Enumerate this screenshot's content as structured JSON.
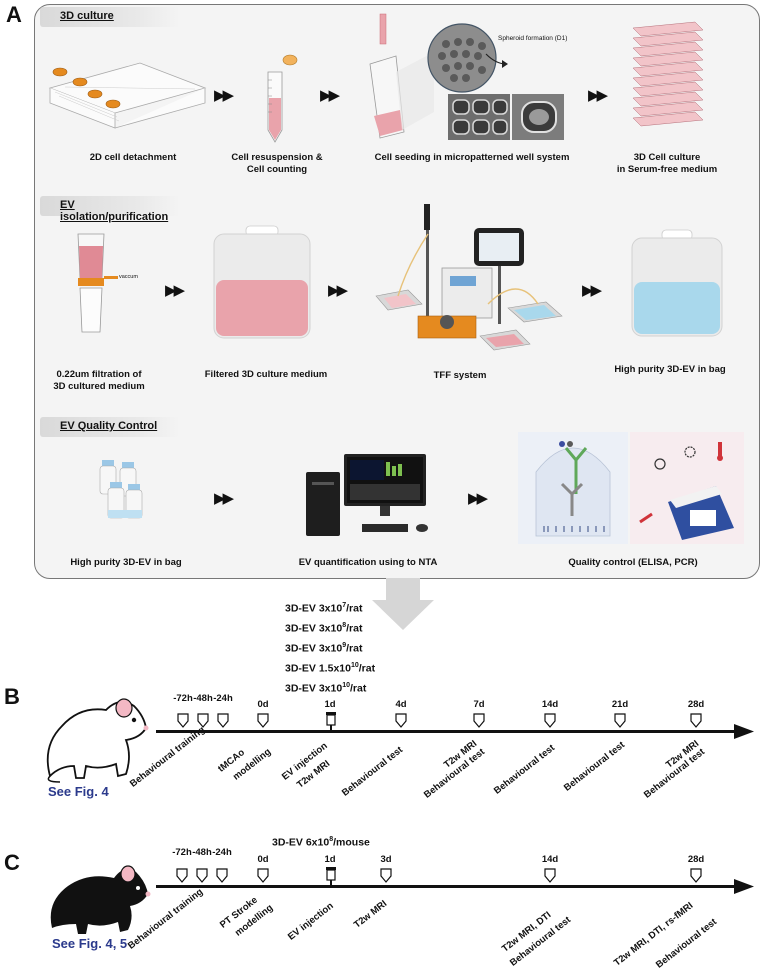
{
  "panels": {
    "a": "A",
    "b": "B",
    "c": "C"
  },
  "sections": {
    "culture": "3D culture",
    "isolation": "EV isolation/purification",
    "qc": "EV Quality Control"
  },
  "culture_steps": {
    "s1": "2D cell detachment",
    "s2_l1": "Cell resuspension &",
    "s2_l2": "Cell counting",
    "s3": "Cell seeding in micropatterned well system",
    "s3_note": "Spheroid formation (D1)",
    "s4_l1": "3D Cell culture",
    "s4_l2": "in Serum-free medium"
  },
  "isolation_steps": {
    "s1_l1": "0.22um filtration of",
    "s1_l2": "3D cultured medium",
    "s1_note": "vaccum",
    "s2": "Filtered 3D culture medium",
    "s3": "TFF system",
    "s4": "High purity 3D-EV in bag"
  },
  "qc_steps": {
    "s1": "High purity 3D-EV in bag",
    "s2": "EV quantification using to NTA",
    "s3": "Quality control (ELISA, PCR)"
  },
  "doses": [
    {
      "pre": "3D-EV 3x10",
      "sup": "7",
      "post": "/rat"
    },
    {
      "pre": "3D-EV 3x10",
      "sup": "8",
      "post": "/rat"
    },
    {
      "pre": "3D-EV 3x10",
      "sup": "9",
      "post": "/rat"
    },
    {
      "pre": "3D-EV 1.5x10",
      "sup": "10",
      "post": "/rat"
    },
    {
      "pre": "3D-EV 3x10",
      "sup": "10",
      "post": "/rat"
    }
  ],
  "timeline_b": {
    "see_fig": "See Fig. 4",
    "timepoints": [
      "-72h",
      "-48h",
      "-24h",
      "0d",
      "1d",
      "4d",
      "7d",
      "14d",
      "21d",
      "28d"
    ],
    "labels": {
      "t0": "Behavioural training",
      "t1_l1": "tMCAo",
      "t1_l2": "modelling",
      "t2_l1": "EV injection",
      "t2_l2": "T2w MRI",
      "t3": "Behavioural test",
      "t4_l1": "T2w MRI",
      "t4_l2": "Behavioural test",
      "t5": "Behavioural test",
      "t6": "Behavioural test",
      "t7_l1": "T2w MRI",
      "t7_l2": "Behavioural test"
    }
  },
  "timeline_c": {
    "dose": "3D-EV 6x10",
    "dose_sup": "8",
    "dose_post": "/mouse",
    "see_fig": "See Fig. 4, 5",
    "timepoints": [
      "-72h",
      "-48h",
      "-24h",
      "0d",
      "1d",
      "3d",
      "14d",
      "28d"
    ],
    "labels": {
      "t0": "Behavioural training",
      "t1_l1": "PT Stroke",
      "t1_l2": "modelling",
      "t2": "EV injection",
      "t3": "T2w MRI",
      "t4_l1": "T2w MRI, DTI",
      "t4_l2": "Behavioural test",
      "t5_l1": "T2w MRI, DTI, rs-fMRI",
      "t5_l2": "Behavioural test"
    }
  },
  "colors": {
    "pink": "#e9a3ab",
    "blue": "#a9d8ec",
    "navy": "#2b3a8c",
    "panel_bg": "#f4f4f4",
    "orange": "#e58a1f"
  }
}
